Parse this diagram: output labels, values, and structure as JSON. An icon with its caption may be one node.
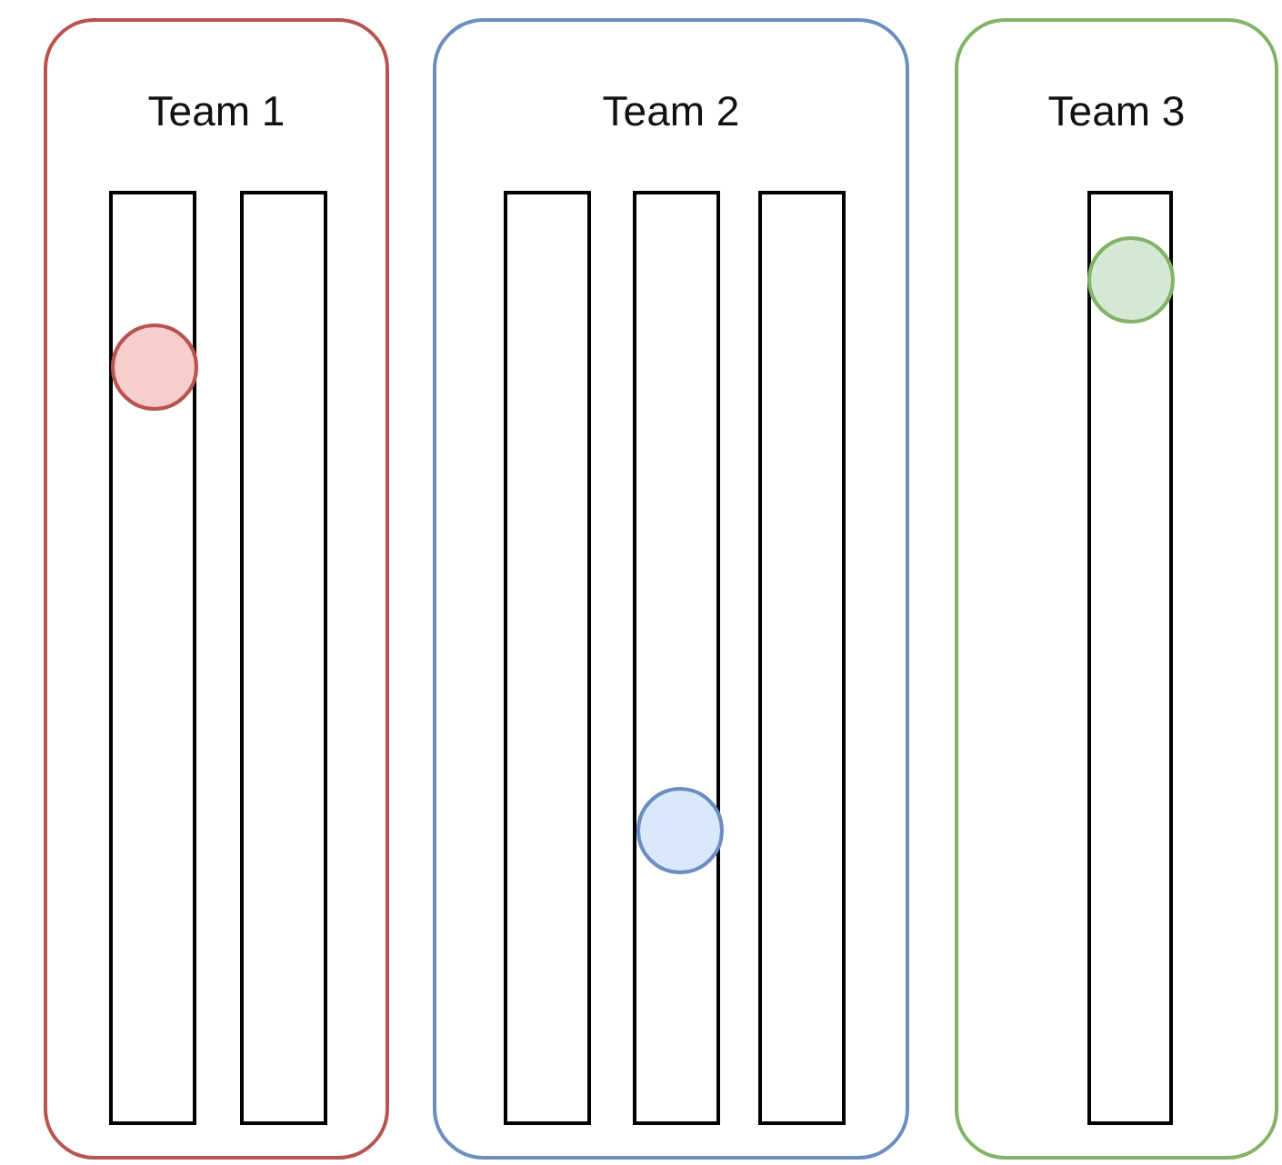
{
  "diagram": {
    "nodes": [
      {
        "text": [
          "Team 1"
        ]
      },
      {
        "text": [],
        "shape": "bar",
        "in": 0
      },
      {
        "text": [],
        "shape": "bar",
        "in": 0
      },
      {
        "text": [],
        "shape": "circle",
        "in": 1
      },
      {
        "text": [
          "Team 2"
        ]
      },
      {
        "text": [],
        "shape": "bar",
        "in": 4
      },
      {
        "text": [],
        "shape": "bar",
        "in": 4
      },
      {
        "text": [],
        "shape": "bar",
        "in": 4
      },
      {
        "text": [],
        "shape": "circle",
        "in": 6
      },
      {
        "text": [
          "Team 3"
        ]
      },
      {
        "text": [],
        "shape": "bar",
        "in": 9
      },
      {
        "text": [],
        "shape": "circle",
        "in": 10
      }
    ]
  }
}
